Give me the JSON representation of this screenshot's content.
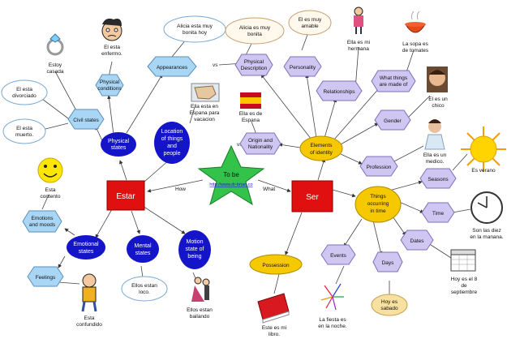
{
  "center": {
    "title": "To be",
    "url": "http://www.dr-brian.co"
  },
  "branch_labels": {
    "how": "How",
    "what": "What",
    "vs1": "vs",
    "vs2": "vs"
  },
  "main": {
    "estar": "Estar",
    "ser": "Ser"
  },
  "estar": {
    "physical_states": [
      "Physical",
      "states"
    ],
    "location": [
      "Location",
      "of things",
      "and",
      "people"
    ],
    "emotional_states": [
      "Emotional",
      "states"
    ],
    "mental_states": [
      "Mental",
      "states"
    ],
    "motion": [
      "Motion",
      "state of",
      "being"
    ],
    "physical_conditions": [
      "Physical",
      "conditions"
    ],
    "appearances": "Appearances",
    "civil_states": "Civil states",
    "emotions_moods": [
      "Emotions",
      "and moods"
    ],
    "feelings": "Feelings"
  },
  "ser": {
    "elements": [
      "Elements",
      "of identity"
    ],
    "things_occurring": [
      "Things",
      "occurring",
      "in time"
    ],
    "possession": "Possession",
    "physical_description": [
      "Physical",
      "Description"
    ],
    "personality": "Personality",
    "relationships": "Relationships",
    "what_made_of": [
      "What things",
      "are made of"
    ],
    "gender": "Gender",
    "profession": "Profession",
    "origin": [
      "Origin and",
      "Nationality"
    ],
    "seasons": "Seasons",
    "time": "Time",
    "dates": "Dates",
    "days": "Days",
    "events": "Events"
  },
  "examples": {
    "bonita_hoy": [
      "Alicia esta muy",
      "bonita hoy"
    ],
    "es_bonita": [
      "Alicia es muy",
      "bonita"
    ],
    "enfermo": [
      "El esta",
      "enfermo."
    ],
    "casada": [
      "Estoy",
      "casada"
    ],
    "divorciado": [
      "El esta",
      "divorciado"
    ],
    "muerto": [
      "El esta",
      "muerto."
    ],
    "contento": [
      "Esta",
      "contento"
    ],
    "confundido": [
      "Esta",
      "confundido"
    ],
    "loco": [
      "Ellos estan",
      "loco."
    ],
    "bailando": [
      "Ellos estan",
      "bailando"
    ],
    "vacacion": [
      "Ella esta en",
      "Espana para",
      "vacacion"
    ],
    "de_espana": [
      "Ella es de",
      "Espana"
    ],
    "amable": [
      "El es muy",
      "amable"
    ],
    "hermana": [
      "Ella es mi",
      "hermana"
    ],
    "sopa": [
      "La sopa es",
      "de tomates"
    ],
    "chico": [
      "El es un",
      "chico"
    ],
    "medico": [
      "Ella es un",
      "medico."
    ],
    "verano": "Es verano",
    "las_diez": [
      "Son las diez",
      "en la manana."
    ],
    "fecha": [
      "Hoy es el 8",
      "de",
      "septiembre"
    ],
    "sabado": [
      "Hoy es",
      "sabado"
    ],
    "fiesta": [
      "La fiesta es",
      "en la noche."
    ],
    "libro": [
      "Este es mi",
      "libro."
    ]
  },
  "colors": {
    "estar_box": "#e01010",
    "ser_box": "#e01010",
    "blue_ellipse": "#1414c8",
    "yellow_ellipse": "#f5c800",
    "hex_blue": "#a9d6f5",
    "hex_purple": "#cfc6f2",
    "star_green": "#33c24a"
  }
}
